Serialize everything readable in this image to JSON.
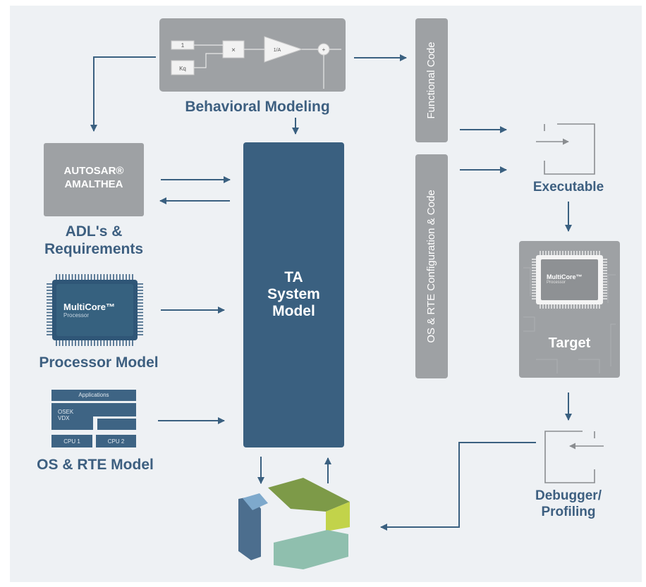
{
  "behavioral": {
    "title": "Behavioral Modeling",
    "block_const": "1",
    "block_kq": "Kq",
    "block_mult": "×",
    "block_gain": "1/A",
    "block_sum": "+"
  },
  "autosar": {
    "box_line1": "AUTOSAR®",
    "box_line2": "AMALTHEA",
    "caption_line1": "ADL's &",
    "caption_line2": "Requirements"
  },
  "processor": {
    "chip_title": "MultiCore™",
    "chip_sub": "Processor",
    "caption": "Processor Model"
  },
  "osrte": {
    "apps": "Applications",
    "osek_line1": "OSEK",
    "osek_line2": "VDX",
    "cpu1": "CPU 1",
    "cpu2": "CPU 2",
    "caption": "OS & RTE Model"
  },
  "system_model": {
    "line1": "TA",
    "line2": "System",
    "line3": "Model"
  },
  "functional_code": "Functional Code",
  "os_rte_code": "OS & RTE Configuration & Code",
  "executable": "Executable",
  "target": {
    "chip_title": "MultiCore™",
    "chip_sub": "Processor",
    "caption": "Target"
  },
  "debugger": {
    "line1": "Debugger/",
    "line2": "Profiling"
  },
  "colors": {
    "dark_blue": "#3a6080",
    "label_blue": "#3d5f80",
    "grey_box": "#9ea1a4",
    "logo_blue": "#4c6e8e",
    "logo_light_blue": "#7ea9cc",
    "logo_green": "#7d9a48",
    "logo_lime": "#c2d34a",
    "logo_teal": "#8fbfae"
  }
}
